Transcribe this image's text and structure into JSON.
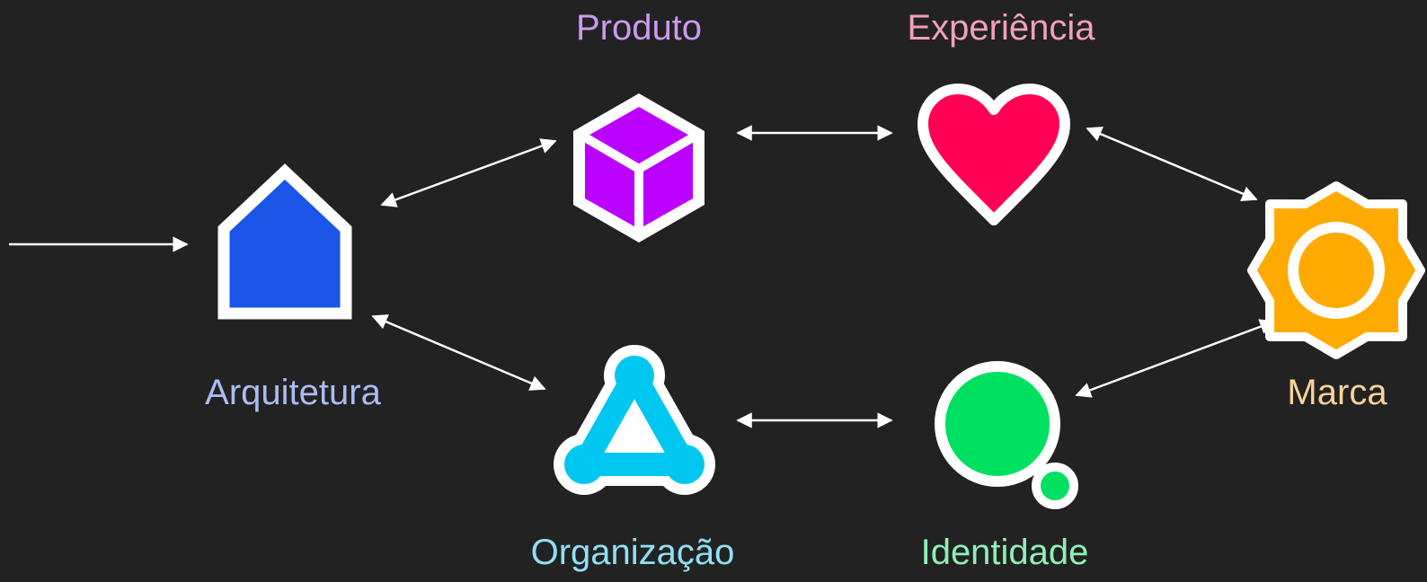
{
  "nodes": {
    "produto": {
      "label": "Produto",
      "icon": "cube-icon",
      "color": "#bb00ff",
      "label_color": "#cc99f2"
    },
    "experiencia": {
      "label": "Experiência",
      "icon": "heart-icon",
      "color": "#ff0055",
      "label_color": "#f2a0b8"
    },
    "arquitetura": {
      "label": "Arquitetura",
      "icon": "house-icon",
      "color": "#1a55e8",
      "label_color": "#a9bdf2"
    },
    "marca": {
      "label": "Marca",
      "icon": "sun-icon",
      "color": "#ffaa00",
      "label_color": "#f7d29a"
    },
    "organizacao": {
      "label": "Organização",
      "icon": "triangle-nodes-icon",
      "color": "#00c7ef",
      "label_color": "#8fe0f2"
    },
    "identidade": {
      "label": "Identidade",
      "icon": "chat-bubble-icon",
      "color": "#00e060",
      "label_color": "#8ff0b4"
    }
  },
  "connections": [
    {
      "from": "entry",
      "to": "arquitetura",
      "type": "single-arrow"
    },
    {
      "from": "arquitetura",
      "to": "produto",
      "type": "double-arrow"
    },
    {
      "from": "arquitetura",
      "to": "organizacao",
      "type": "double-arrow"
    },
    {
      "from": "produto",
      "to": "experiencia",
      "type": "double-arrow"
    },
    {
      "from": "organizacao",
      "to": "identidade",
      "type": "double-arrow"
    },
    {
      "from": "experiencia",
      "to": "marca",
      "type": "double-arrow"
    },
    {
      "from": "identidade",
      "to": "marca",
      "type": "double-arrow"
    }
  ],
  "colors": {
    "background": "#222222",
    "arrow": "#ffffff",
    "outline": "#ffffff"
  }
}
